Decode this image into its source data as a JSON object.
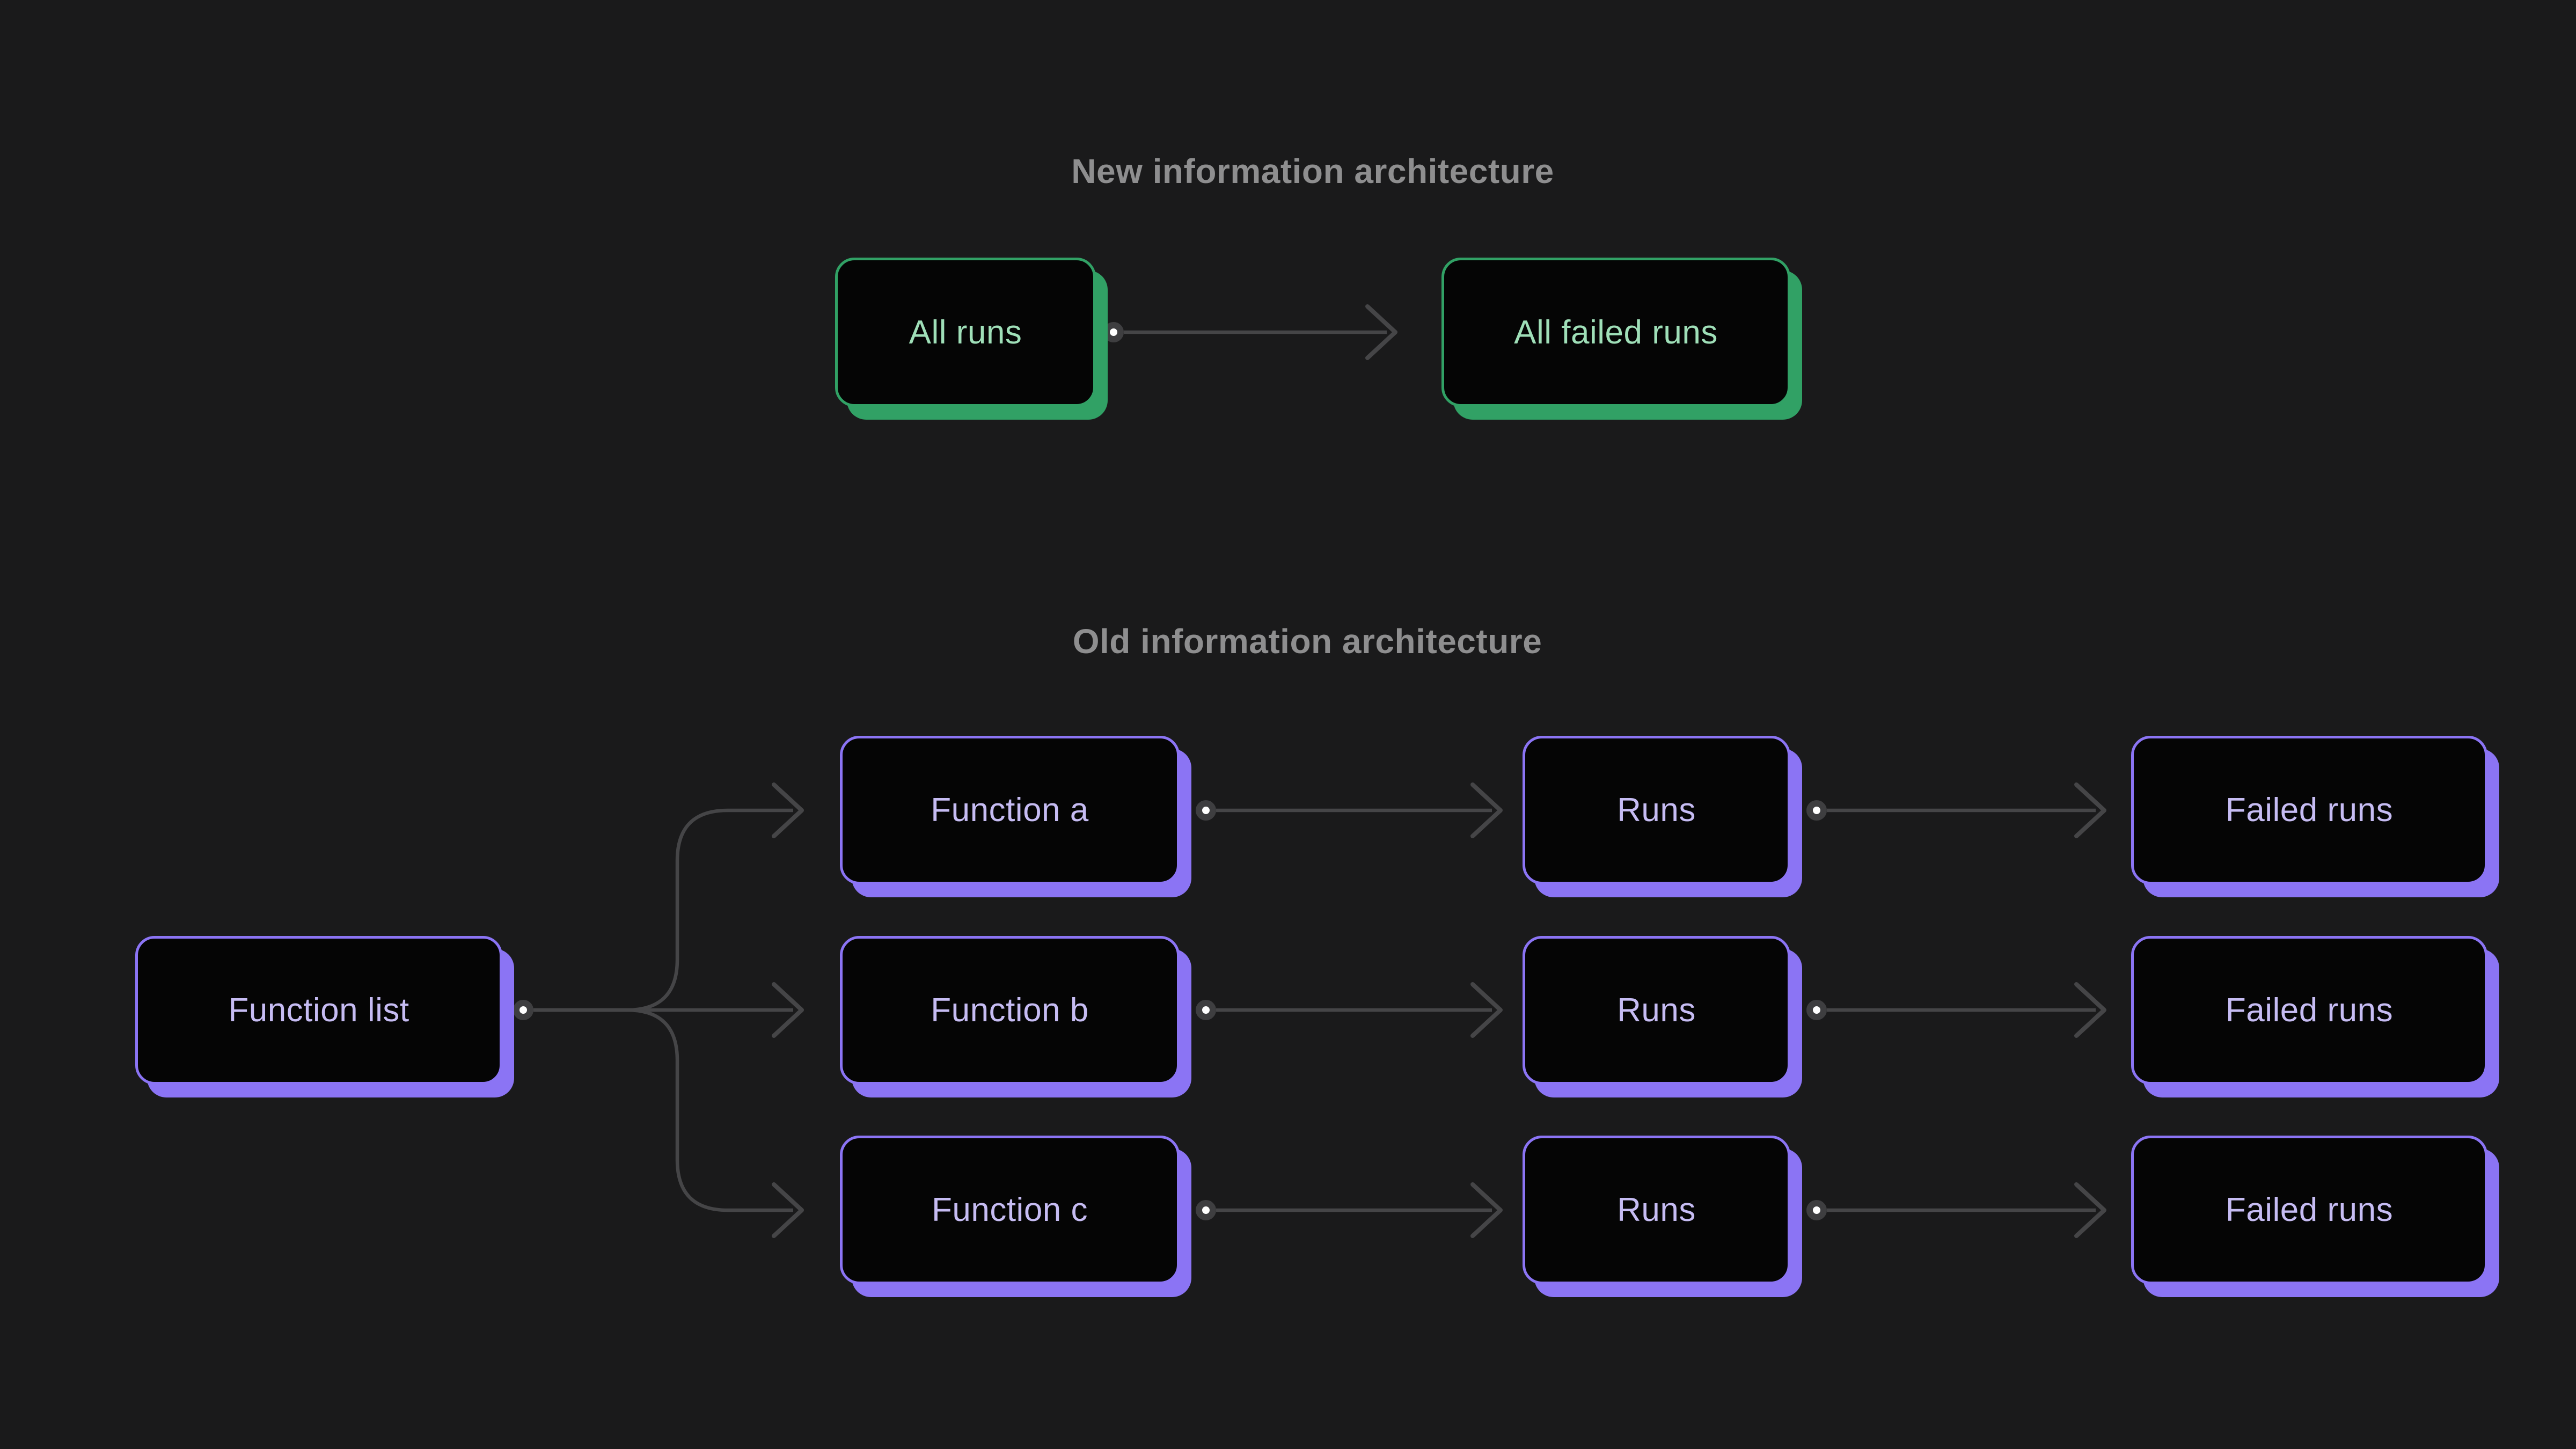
{
  "theme": {
    "colors": {
      "background": "#1a1a1b",
      "node_fill": "#050505",
      "green_accent": "#31a165",
      "green_text": "#9fdfb8",
      "purple_accent": "#8b74f4",
      "purple_text": "#c6bcf3",
      "section_title": "#8e8e8f",
      "connector": "#454547",
      "dot_core": "#ffffff",
      "dot_ring": "#3e3e40"
    }
  },
  "sections": {
    "new": {
      "title": "New information architecture",
      "nodes": {
        "all_runs": {
          "label": "All runs"
        },
        "all_failed_runs": {
          "label": "All failed runs"
        }
      },
      "edges": [
        {
          "from": "all_runs",
          "to": "all_failed_runs"
        }
      ]
    },
    "old": {
      "title": "Old information architecture",
      "nodes": {
        "function_list": {
          "label": "Function list"
        },
        "function_a": {
          "label": "Function a"
        },
        "function_b": {
          "label": "Function b"
        },
        "function_c": {
          "label": "Function c"
        },
        "runs_a": {
          "label": "Runs"
        },
        "runs_b": {
          "label": "Runs"
        },
        "runs_c": {
          "label": "Runs"
        },
        "failed_runs_a": {
          "label": "Failed runs"
        },
        "failed_runs_b": {
          "label": "Failed runs"
        },
        "failed_runs_c": {
          "label": "Failed runs"
        }
      },
      "edges": [
        {
          "from": "function_list",
          "to": "function_a"
        },
        {
          "from": "function_list",
          "to": "function_b"
        },
        {
          "from": "function_list",
          "to": "function_c"
        },
        {
          "from": "function_a",
          "to": "runs_a"
        },
        {
          "from": "function_b",
          "to": "runs_b"
        },
        {
          "from": "function_c",
          "to": "runs_c"
        },
        {
          "from": "runs_a",
          "to": "failed_runs_a"
        },
        {
          "from": "runs_b",
          "to": "failed_runs_b"
        },
        {
          "from": "runs_c",
          "to": "failed_runs_c"
        }
      ]
    }
  }
}
